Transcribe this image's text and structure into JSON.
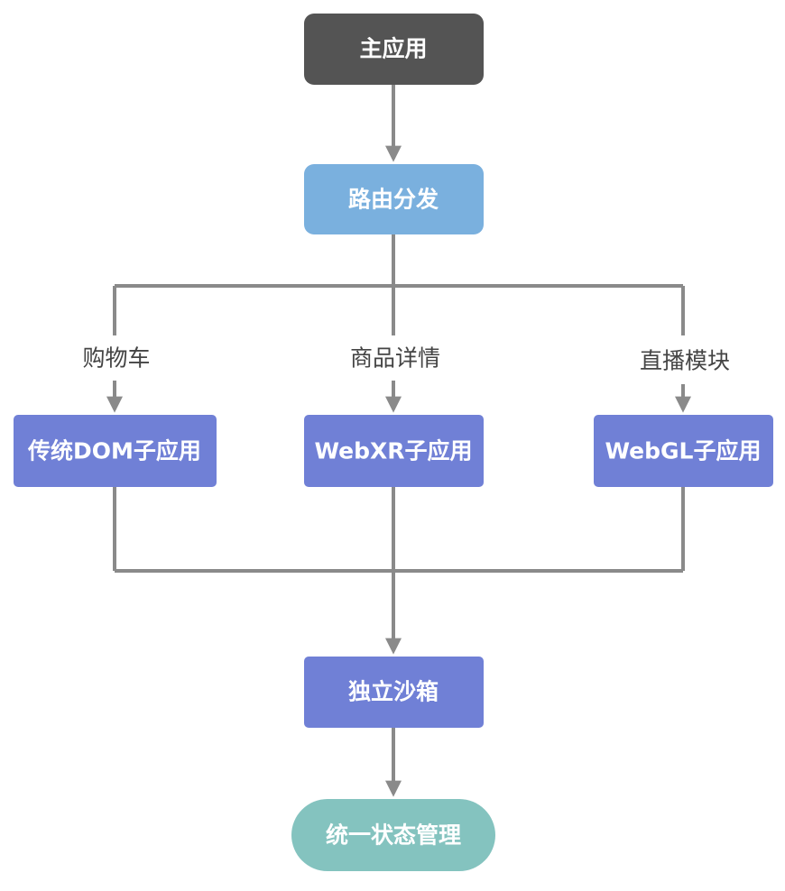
{
  "nodes": {
    "main_app": {
      "label": "主应用",
      "color": "#545454"
    },
    "router": {
      "label": "路由分发",
      "color": "#7ab0de"
    },
    "dom_app": {
      "label": "传统DOM子应用",
      "color": "#7080d6"
    },
    "webxr_app": {
      "label": "WebXR子应用",
      "color": "#7080d6"
    },
    "webgl_app": {
      "label": "WebGL子应用",
      "color": "#7080d6"
    },
    "sandbox": {
      "label": "独立沙箱",
      "color": "#7080d6"
    },
    "state": {
      "label": "统一状态管理",
      "color": "#84c3bf"
    }
  },
  "edges": {
    "cart": "购物车",
    "detail": "商品详情",
    "live": "直播模块"
  },
  "colors": {
    "connector": "#8a8a8a",
    "edge_label": "#444444"
  }
}
